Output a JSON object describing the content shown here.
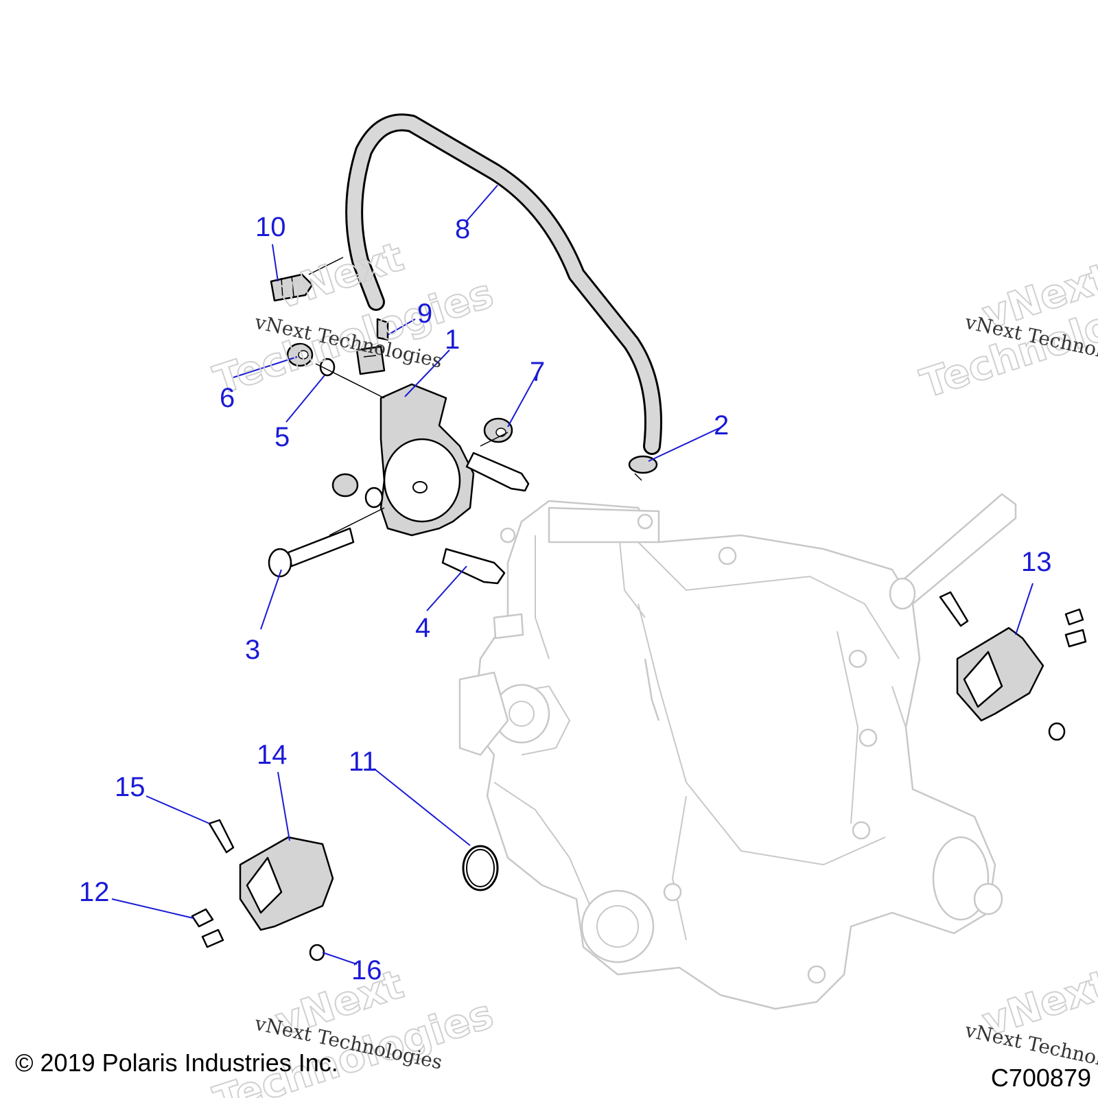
{
  "callouts": [
    {
      "id": "1",
      "label": "1"
    },
    {
      "id": "2",
      "label": "2"
    },
    {
      "id": "3",
      "label": "3"
    },
    {
      "id": "4",
      "label": "4"
    },
    {
      "id": "5",
      "label": "5"
    },
    {
      "id": "6",
      "label": "6"
    },
    {
      "id": "7",
      "label": "7"
    },
    {
      "id": "8",
      "label": "8"
    },
    {
      "id": "9",
      "label": "9"
    },
    {
      "id": "10",
      "label": "10"
    },
    {
      "id": "11",
      "label": "11"
    },
    {
      "id": "12",
      "label": "12"
    },
    {
      "id": "13",
      "label": "13"
    },
    {
      "id": "14",
      "label": "14"
    },
    {
      "id": "15",
      "label": "15"
    },
    {
      "id": "16",
      "label": "16"
    }
  ],
  "watermark": {
    "small": "vNext Technologies",
    "big_line1": "vNext",
    "big_line2": "Technologies"
  },
  "footer": {
    "copyright": "© 2019 Polaris Industries Inc.",
    "diagram_code": "C700879"
  },
  "colors": {
    "callout": "#1a1ad6",
    "line_art": "#000000",
    "background_parts": "#c8c8c8"
  }
}
